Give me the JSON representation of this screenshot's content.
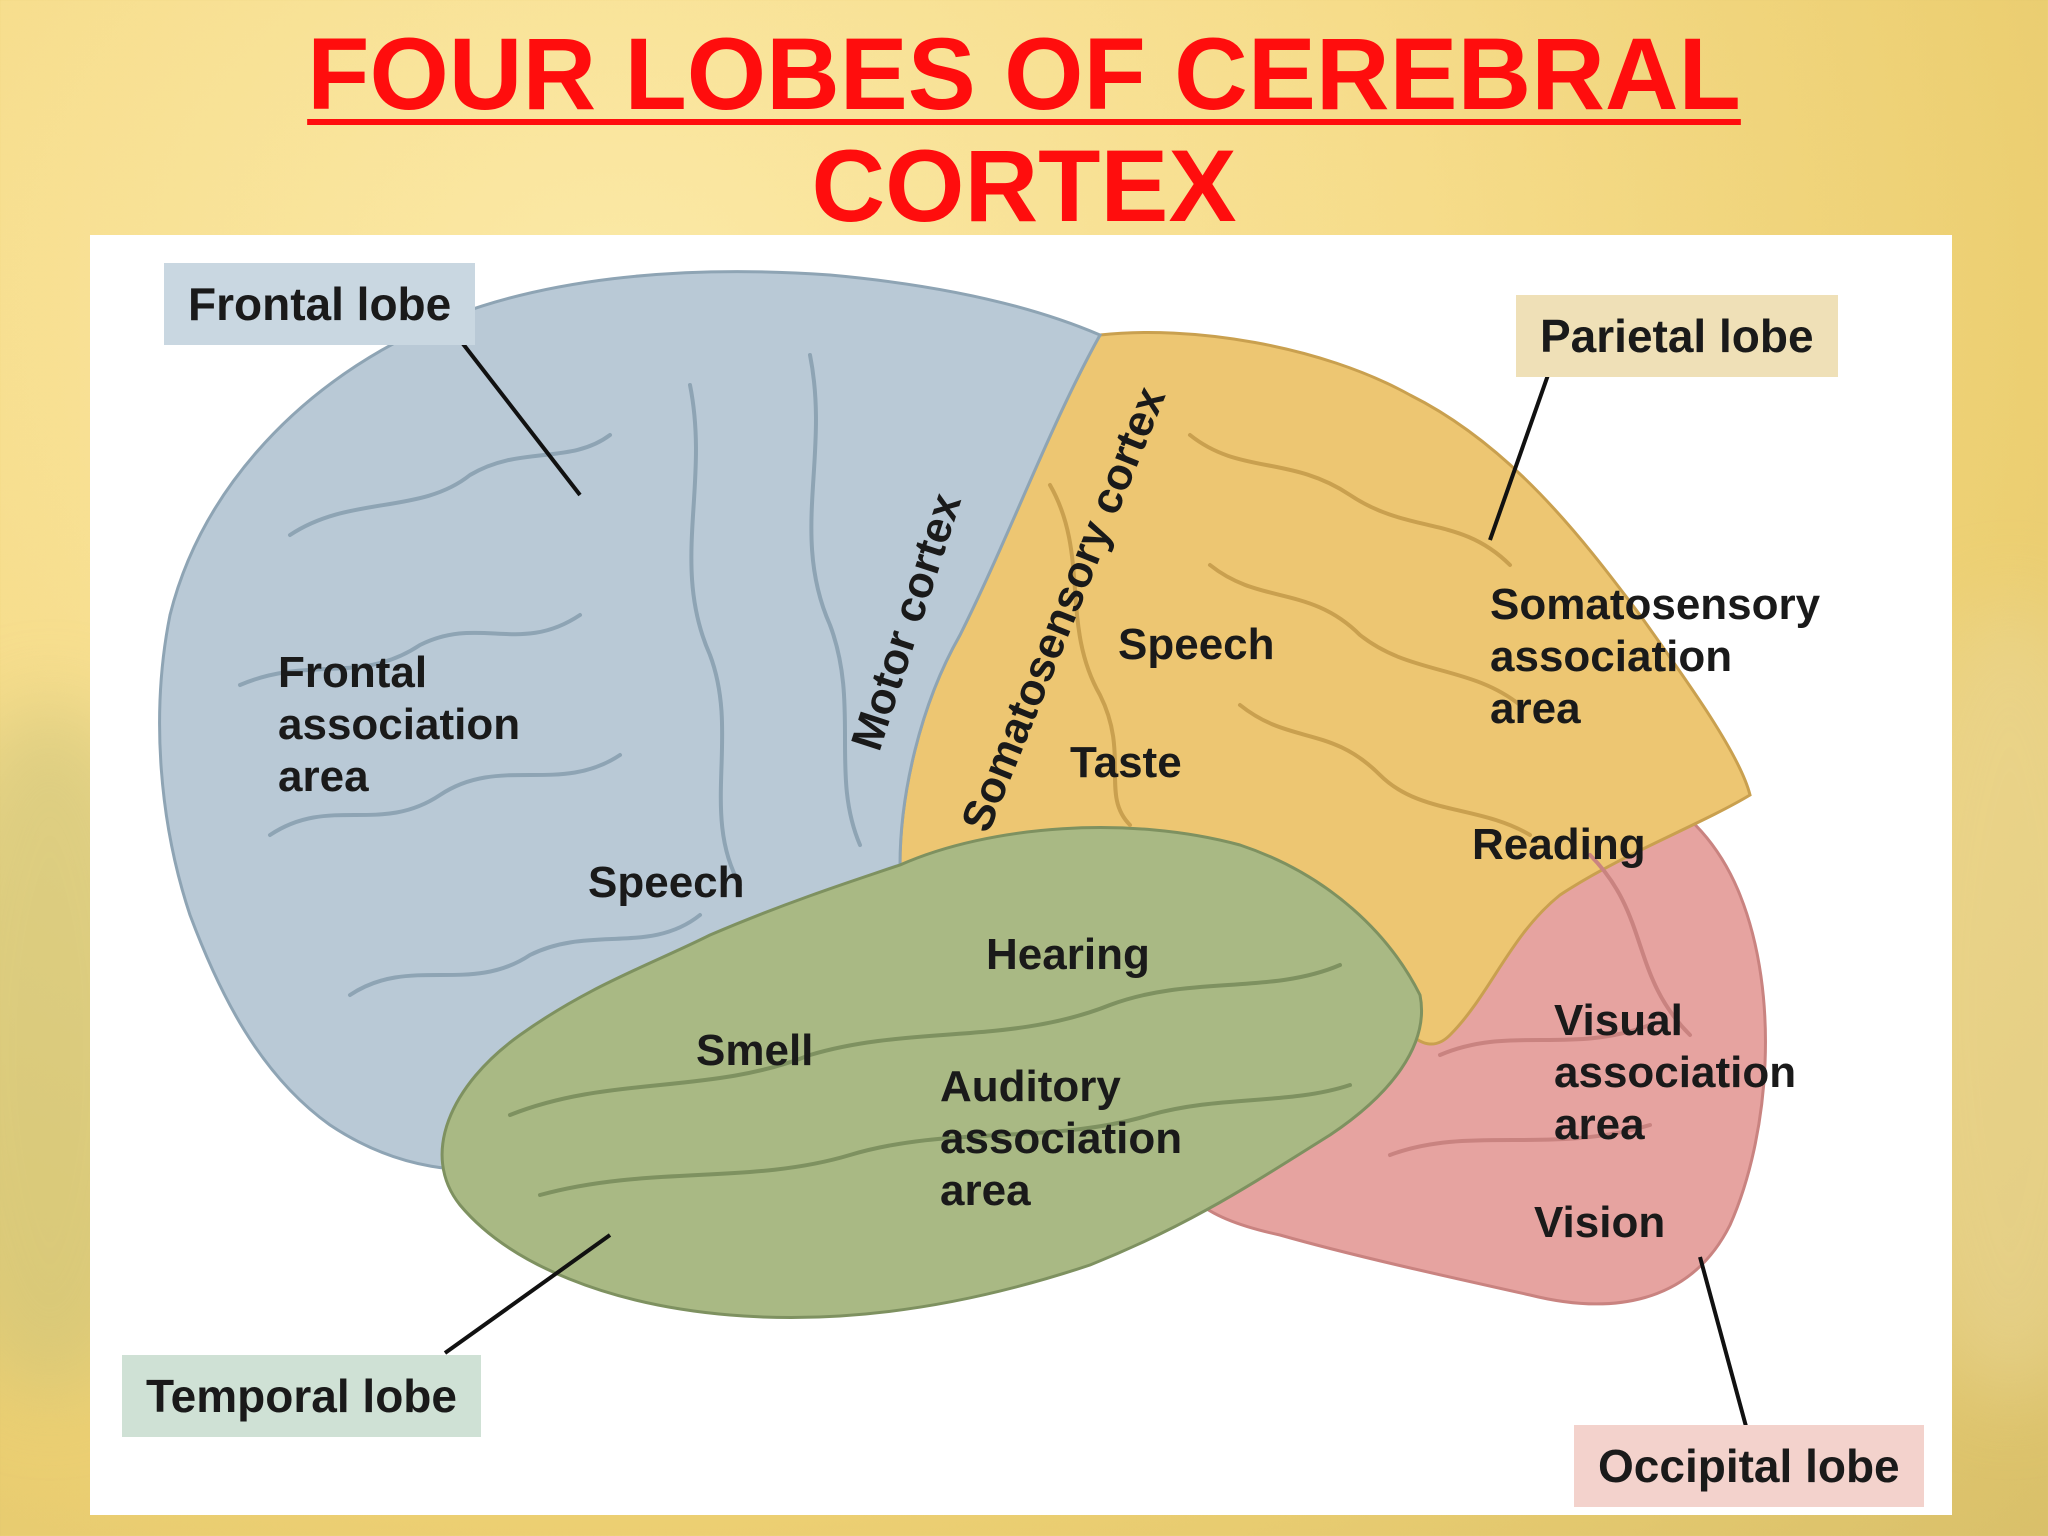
{
  "title": {
    "line1": "FOUR LOBES OF CEREBRAL",
    "line2": "CORTEX"
  },
  "colors": {
    "title": "#ff0d0d",
    "frontal": "#b9c9d6",
    "parietal": "#edc672",
    "temporal": "#a9b984",
    "occipital": "#e6a3a0",
    "frontal_box": "#c9d7e1",
    "parietal_box": "#efe0b7",
    "temporal_box": "#cfe1d5",
    "occipital_box": "#f3d2cc"
  },
  "lobes": {
    "frontal": "Frontal lobe",
    "parietal": "Parietal lobe",
    "temporal": "Temporal lobe",
    "occipital": "Occipital lobe"
  },
  "regions": {
    "motor_cortex": "Motor cortex",
    "somatosensory_cortex": "Somatosensory cortex",
    "frontal_assoc": [
      "Frontal",
      "association",
      "area"
    ],
    "speech_frontal": "Speech",
    "speech_parietal": "Speech",
    "taste": "Taste",
    "somato_assoc": [
      "Somatosensory",
      "association",
      "area"
    ],
    "reading": "Reading",
    "hearing": "Hearing",
    "smell": "Smell",
    "auditory_assoc": [
      "Auditory",
      "association",
      "area"
    ],
    "visual_assoc": [
      "Visual",
      "association",
      "area"
    ],
    "vision": "Vision"
  }
}
